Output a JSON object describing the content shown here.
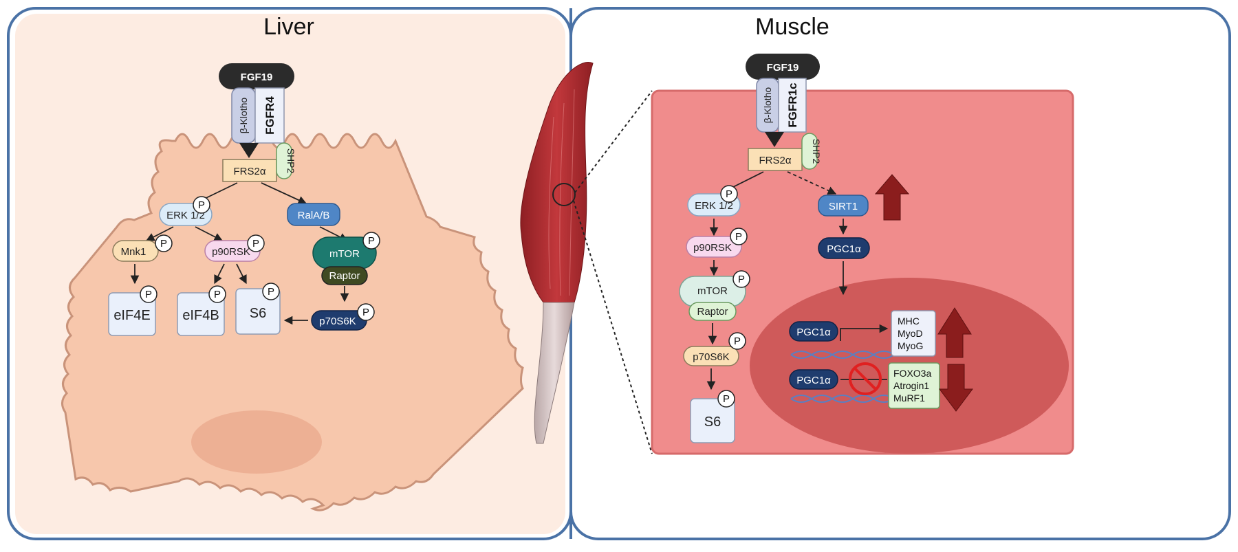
{
  "panels": {
    "liver": {
      "title": "Liver",
      "ligand": "FGF19",
      "coreceptor": "β-Klotho",
      "receptor": "FGFR4",
      "adaptor": "FRS2α",
      "phosphatase": "SHP2",
      "kinases": {
        "erk": "ERK 1/2",
        "rala": "RalA/B",
        "mnk1": "Mnk1",
        "p90rsk": "p90RSK",
        "mtor": "mTOR",
        "raptor": "Raptor",
        "p70s6k": "p70S6K"
      },
      "targets": {
        "eif4e": "eIF4E",
        "eif4b": "eIF4B",
        "s6": "S6"
      }
    },
    "muscle": {
      "title": "Muscle",
      "ligand": "FGF19",
      "coreceptor": "β-Klotho",
      "receptor": "FGFR1c",
      "adaptor": "FRS2α",
      "phosphatase": "SHP2",
      "kinases": {
        "erk": "ERK 1/2",
        "p90rsk": "p90RSK",
        "mtor": "mTOR",
        "raptor": "Raptor",
        "p70s6k": "p70S6K",
        "sirt1": "SIRT1",
        "pgc1a": "PGC1α"
      },
      "targets": {
        "s6": "S6"
      },
      "nucleus": {
        "pgc1a_top": "PGC1α",
        "pgc1a_bottom": "PGC1α",
        "upregulated_genes": [
          "MHC",
          "MyoD",
          "MyoG"
        ],
        "downregulated_genes": [
          "FOXO3a",
          "Atrogin1",
          "MuRF1"
        ]
      }
    }
  },
  "phospho_label": "P",
  "colors": {
    "frame": "#4a72a6",
    "liver_cell": "#f7c7ac",
    "muscle_cell": "#f08c8c",
    "nucleus_muscle": "#cf5a5a",
    "up_arrow": "#8b1d1d"
  }
}
